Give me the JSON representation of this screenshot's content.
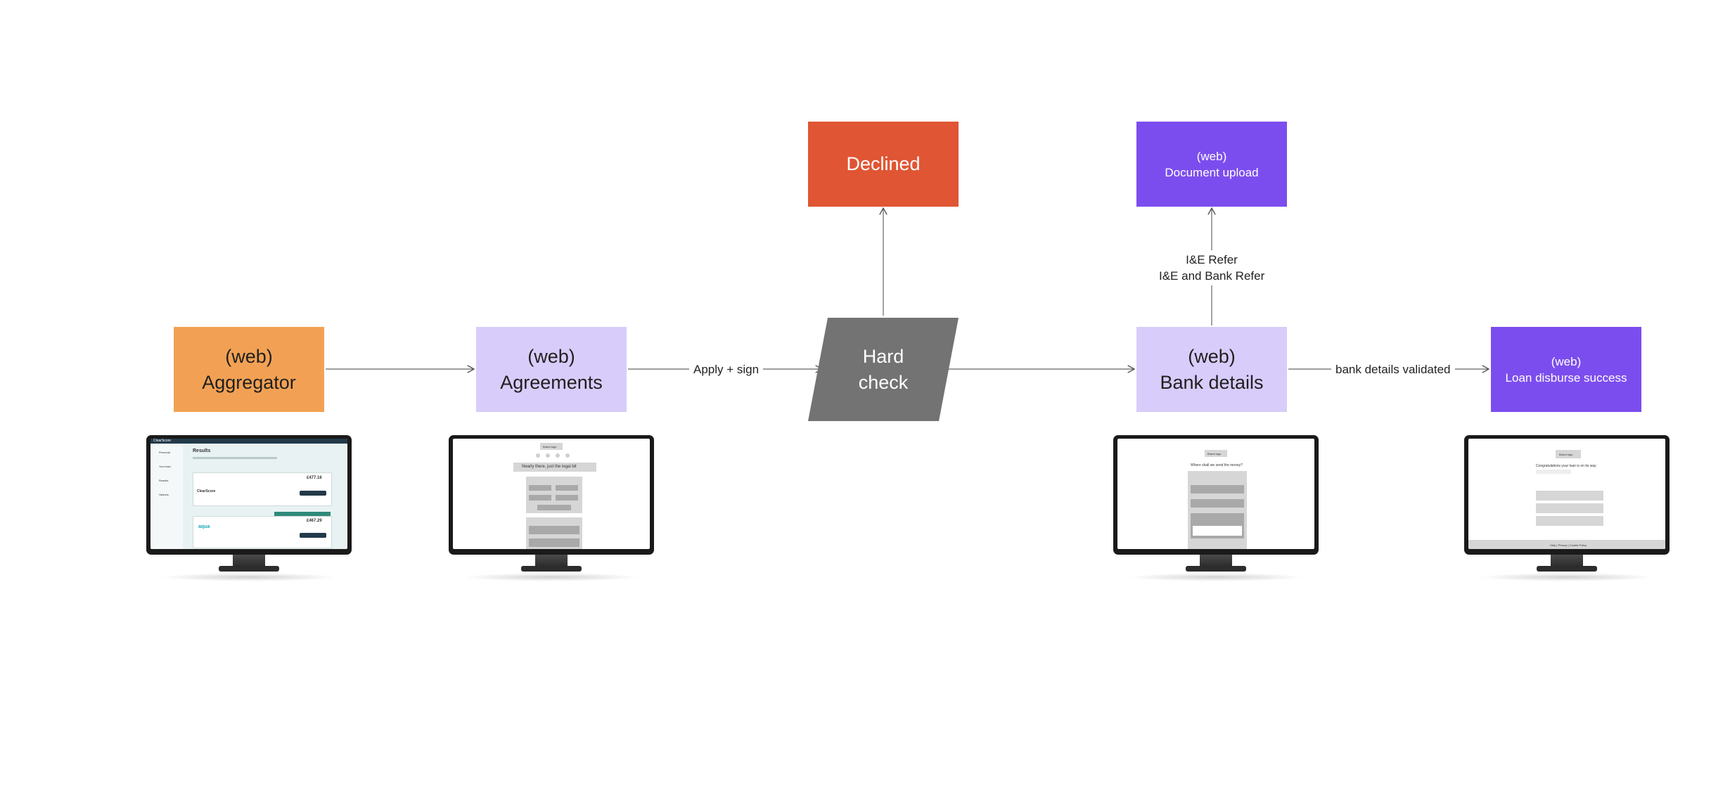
{
  "nodes": {
    "aggregator": {
      "line1": "(web)",
      "line2": "Aggregator",
      "color": "#f2a154"
    },
    "agreements": {
      "line1": "(web)",
      "line2": "Agreements",
      "color": "#d8ccfa"
    },
    "hard_check": {
      "line1": "Hard",
      "line2": "check",
      "color": "#737373"
    },
    "declined": {
      "line1": "Declined",
      "color": "#e05534"
    },
    "bank_details": {
      "line1": "(web)",
      "line2": "Bank details",
      "color": "#d8ccfa"
    },
    "document_upload": {
      "line1": "(web)",
      "line2": "Document upload",
      "color": "#7c4dee"
    },
    "loan_success": {
      "line1": "(web)",
      "line2": "Loan disburse success",
      "color": "#7c4dee"
    }
  },
  "edges": {
    "apply_sign": "Apply + sign",
    "bank_validated": "bank details validated",
    "refer_line1": "I&E Refer",
    "refer_line2": "I&E and Bank Refer"
  },
  "screens": {
    "aggregator": {
      "brand": "ClearScore",
      "title": "Results",
      "provider1": "ClearScore",
      "provider2": "aqua",
      "price1": "£477.16",
      "price2": "£467.29",
      "nav": [
        "Personal",
        "Your loan",
        "Results",
        "Options"
      ]
    },
    "agreements": {
      "logo": "Brand logo",
      "heading": "Nearly there, just the legal bit"
    },
    "bank": {
      "logo": "Brand logo",
      "heading": "Where shall we send the money?"
    },
    "loan": {
      "logo": "Brand logo",
      "heading": "Congratulations your loan is on its way",
      "footer": "Help | Privacy | Cookie Policy"
    }
  }
}
